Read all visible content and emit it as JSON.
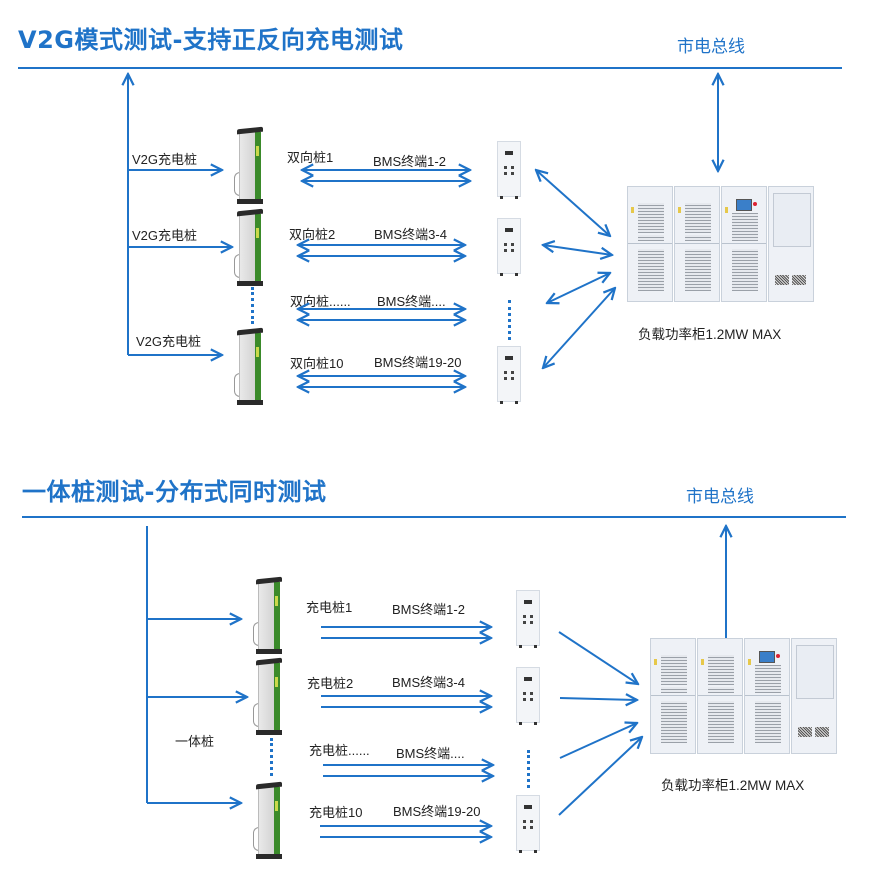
{
  "colors": {
    "accent": "#1f73c8",
    "text": "#222222",
    "pile_green": "#3a8a2a"
  },
  "section1": {
    "title": "V2G模式测试-支持正反向充电测试",
    "bus_label": "市电总线",
    "cabinet_label": "负载功率柜1.2MW MAX",
    "source_labels": [
      "V2G充电桩",
      "V2G充电桩",
      "V2G充电桩"
    ],
    "rows": [
      {
        "pile": "双向桩1",
        "bms": "BMS终端1-2"
      },
      {
        "pile": "双向桩2",
        "bms": "BMS终端3-4"
      },
      {
        "pile": "双向桩......",
        "bms": "BMS终端...."
      },
      {
        "pile": "双向桩10",
        "bms": "BMS终端19-20"
      }
    ],
    "link_type": "bidirectional"
  },
  "section2": {
    "title": "一体桩测试-分布式同时测试",
    "bus_label": "市电总线",
    "cabinet_label": "负载功率柜1.2MW MAX",
    "source_label": "一体桩",
    "rows": [
      {
        "pile": "充电桩1",
        "bms": "BMS终端1-2"
      },
      {
        "pile": "充电桩2",
        "bms": "BMS终端3-4"
      },
      {
        "pile": "充电桩......",
        "bms": "BMS终端...."
      },
      {
        "pile": "充电桩10",
        "bms": "BMS终端19-20"
      }
    ],
    "link_type": "unidirectional"
  }
}
